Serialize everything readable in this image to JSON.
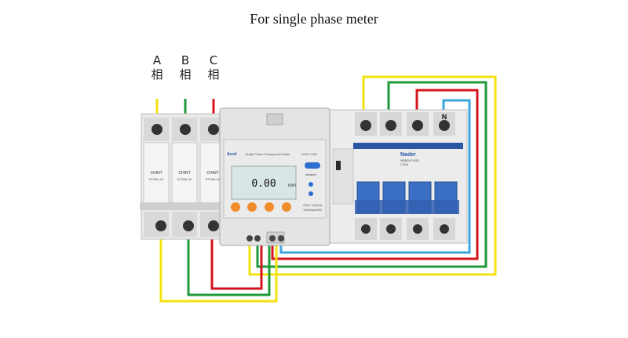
{
  "title": "For single phase meter",
  "phase_labels": [
    "A相",
    "B相",
    "C相"
  ],
  "neutral_label": "N",
  "breaker_left": {
    "brand": "CHINT",
    "model": "RT28N-32"
  },
  "meter": {
    "brand": "Acrel",
    "name": "Single Phase Prepayment Meter",
    "model": "DDSY1352",
    "display": "0.00",
    "unit": "kWh",
    "infrared": "Infrared",
    "spec_line1": "230V 10(60)A",
    "spec_line2": "1600imp/kWh"
  },
  "breaker_right": {
    "brand": "Nader",
    "model": "NDB2LE-63S",
    "rating": "C40A"
  },
  "wire_colors": {
    "yellow": "#f2e20f",
    "green": "#1f9a3a",
    "red": "#d4141c",
    "blue": "#39a7d9"
  }
}
